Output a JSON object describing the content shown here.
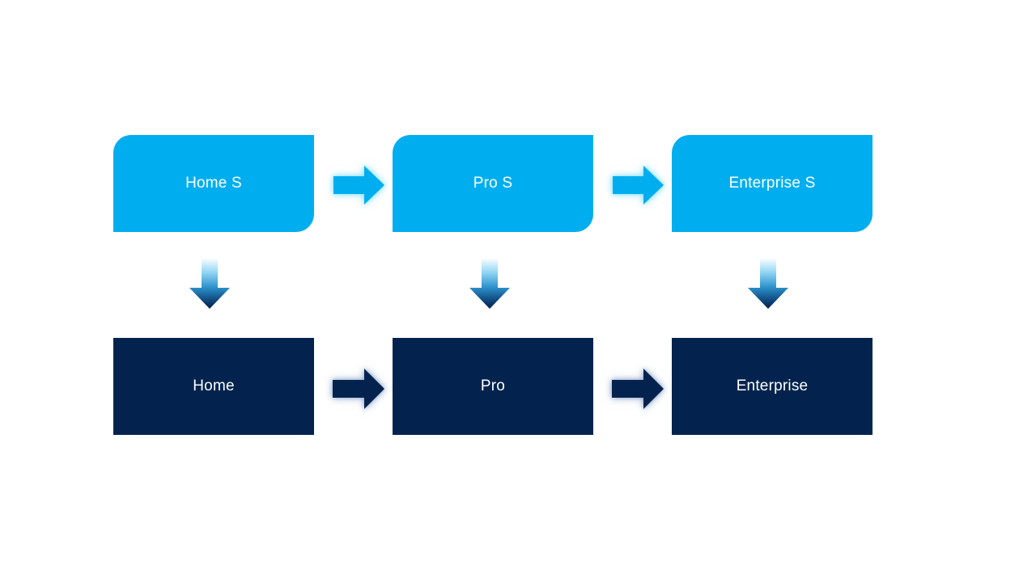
{
  "diagram": {
    "top_row": {
      "boxes": [
        "Home S",
        "Pro S",
        "Enterprise S"
      ]
    },
    "bottom_row": {
      "boxes": [
        "Home",
        "Pro",
        "Enterprise"
      ]
    },
    "colors": {
      "background": "#FFFFFF",
      "top_box_fill": "#00AEEF",
      "bottom_box_fill": "#03234E",
      "label_text": "#FFFFFF",
      "right_arrow_light": "#00AEEF",
      "right_arrow_dark": "#03234E",
      "down_arrow_gradient": [
        "#F8FDFF",
        "#8FD4F3",
        "#2B8FC9",
        "#0E4378",
        "#071F47"
      ]
    }
  }
}
